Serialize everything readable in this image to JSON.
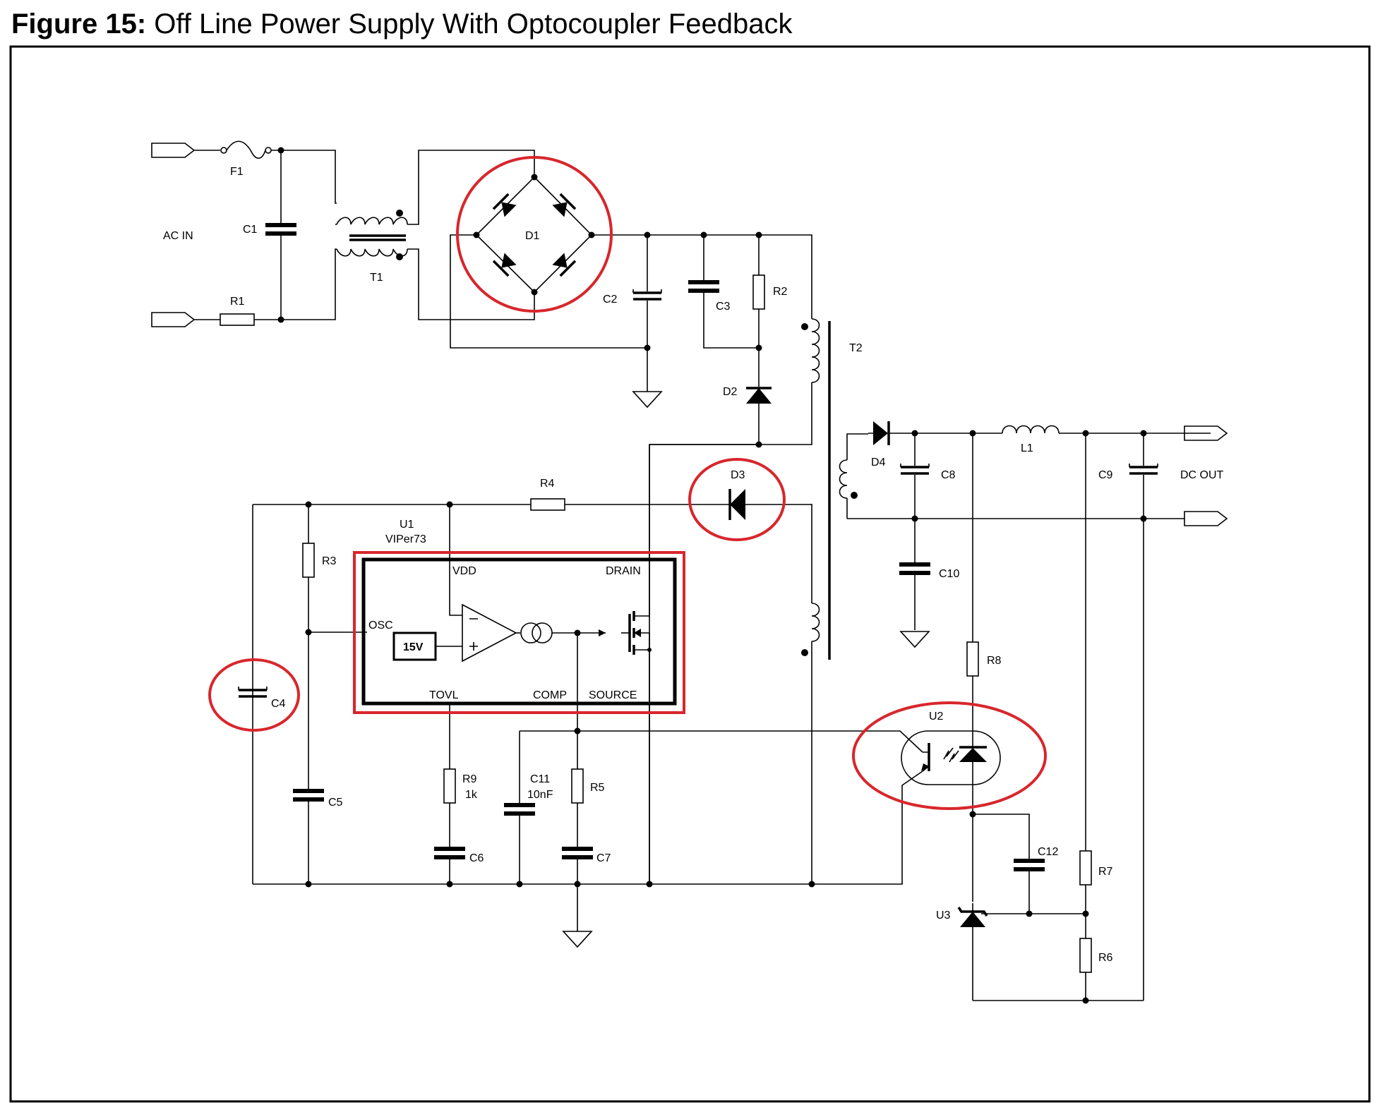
{
  "figure": {
    "number": "Figure 15:",
    "title": "Off Line Power Supply With Optocoupler Feedback"
  },
  "labels": {
    "f1": "F1",
    "c1": "C1",
    "r1": "R1",
    "ac_in": "AC IN",
    "t1": "T1",
    "d1": "D1",
    "c2": "C2",
    "c3": "C3",
    "r2": "R2",
    "d2": "D2",
    "t2": "T2",
    "d4": "D4",
    "c8": "C8",
    "l1": "L1",
    "c9": "C9",
    "dc_out": "DC OUT",
    "c10": "C10",
    "r4": "R4",
    "d3": "D3",
    "u1": "U1",
    "u1_part": "VIPer73",
    "r3": "R3",
    "vdd": "VDD",
    "drain": "DRAIN",
    "osc": "OSC",
    "ref_15v": "15V",
    "tovl": "TOVL",
    "comp": "COMP",
    "source": "SOURCE",
    "c4": "C4",
    "c5": "C5",
    "r9": "R9",
    "r9_val": "1k",
    "c6": "C6",
    "c11": "C11",
    "c11_val": "10nF",
    "r5": "R5",
    "c7": "C7",
    "r8": "R8",
    "u2": "U2",
    "c12": "C12",
    "r7": "R7",
    "u3": "U3",
    "r6": "R6"
  },
  "highlight_color": "#d8262c"
}
